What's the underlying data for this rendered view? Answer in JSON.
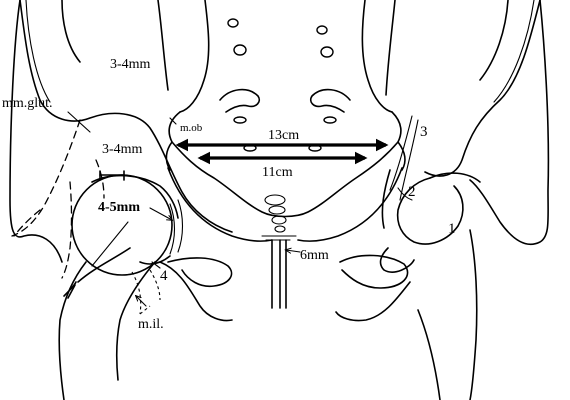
{
  "labels": {
    "sacrum_gap": "3-4mm",
    "gluteal_muscle": "mm.glut.",
    "obturator_muscle": "m.ob",
    "pelvic_width_outer": "13cm",
    "pelvic_width_inner": "11cm",
    "joint_space_upper": "3-4mm",
    "joint_space_lower": "4-5mm",
    "symphysis_gap": "6mm",
    "iliacus_muscle": "m.il."
  },
  "markers": {
    "one": "1",
    "two": "2",
    "three": "3",
    "four": "4"
  }
}
